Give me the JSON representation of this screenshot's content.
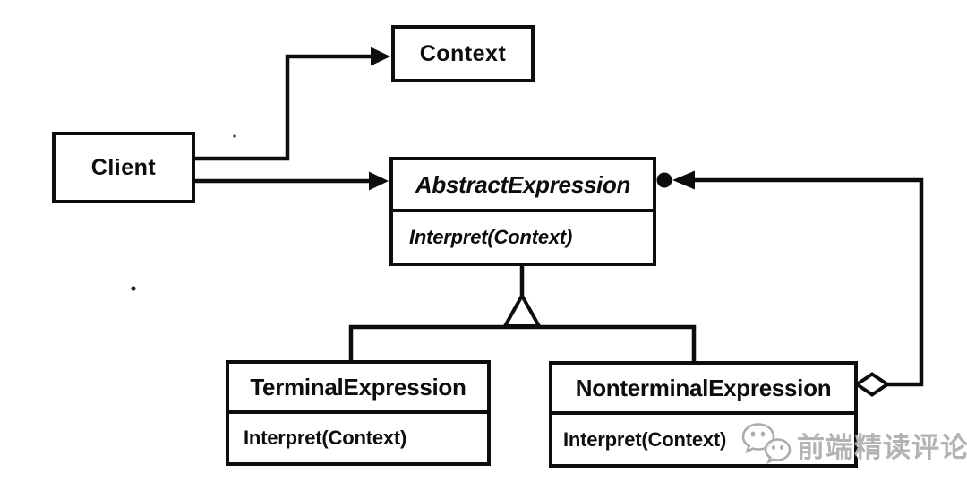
{
  "diagram": {
    "classes": [
      {
        "name": "Context",
        "methods": []
      },
      {
        "name": "Client",
        "methods": []
      },
      {
        "name": "AbstractExpression",
        "abstract": true,
        "methods": [
          "Interpret(Context)"
        ]
      },
      {
        "name": "TerminalExpression",
        "methods": [
          "Interpret(Context)"
        ]
      },
      {
        "name": "NonterminalExpression",
        "methods": [
          "Interpret(Context)"
        ]
      }
    ],
    "relations": [
      {
        "from": "Client",
        "to": "Context",
        "type": "association-arrow"
      },
      {
        "from": "Client",
        "to": "AbstractExpression",
        "type": "association-arrow"
      },
      {
        "from": "TerminalExpression",
        "to": "AbstractExpression",
        "type": "inheritance"
      },
      {
        "from": "NonterminalExpression",
        "to": "AbstractExpression",
        "type": "inheritance"
      },
      {
        "from": "NonterminalExpression",
        "to": "AbstractExpression",
        "type": "aggregation-many",
        "diamond_end": "NonterminalExpression",
        "arrow_end": "AbstractExpression"
      }
    ]
  },
  "watermark": {
    "text": "前端精读评论",
    "icon": "wechat-icon"
  },
  "colors": {
    "ink": "#0d0d0d",
    "paper": "#ffffff",
    "watermark": "#b3b3b3"
  }
}
